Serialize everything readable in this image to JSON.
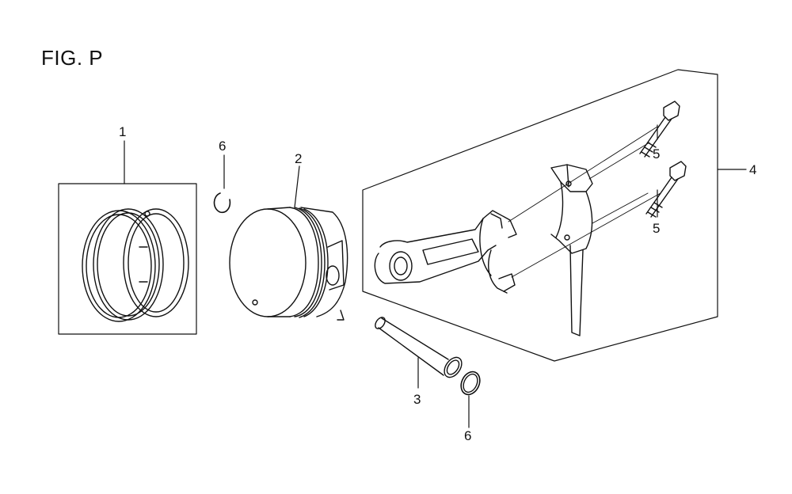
{
  "figure": {
    "title": "FIG. P"
  },
  "callouts": [
    {
      "id": "c1",
      "text": "1"
    },
    {
      "id": "c6a",
      "text": "6"
    },
    {
      "id": "c2",
      "text": "2"
    },
    {
      "id": "c5a",
      "text": "5"
    },
    {
      "id": "c5b",
      "text": "5"
    },
    {
      "id": "c4",
      "text": "4"
    },
    {
      "id": "c3",
      "text": "3"
    },
    {
      "id": "c6b",
      "text": "6"
    }
  ]
}
